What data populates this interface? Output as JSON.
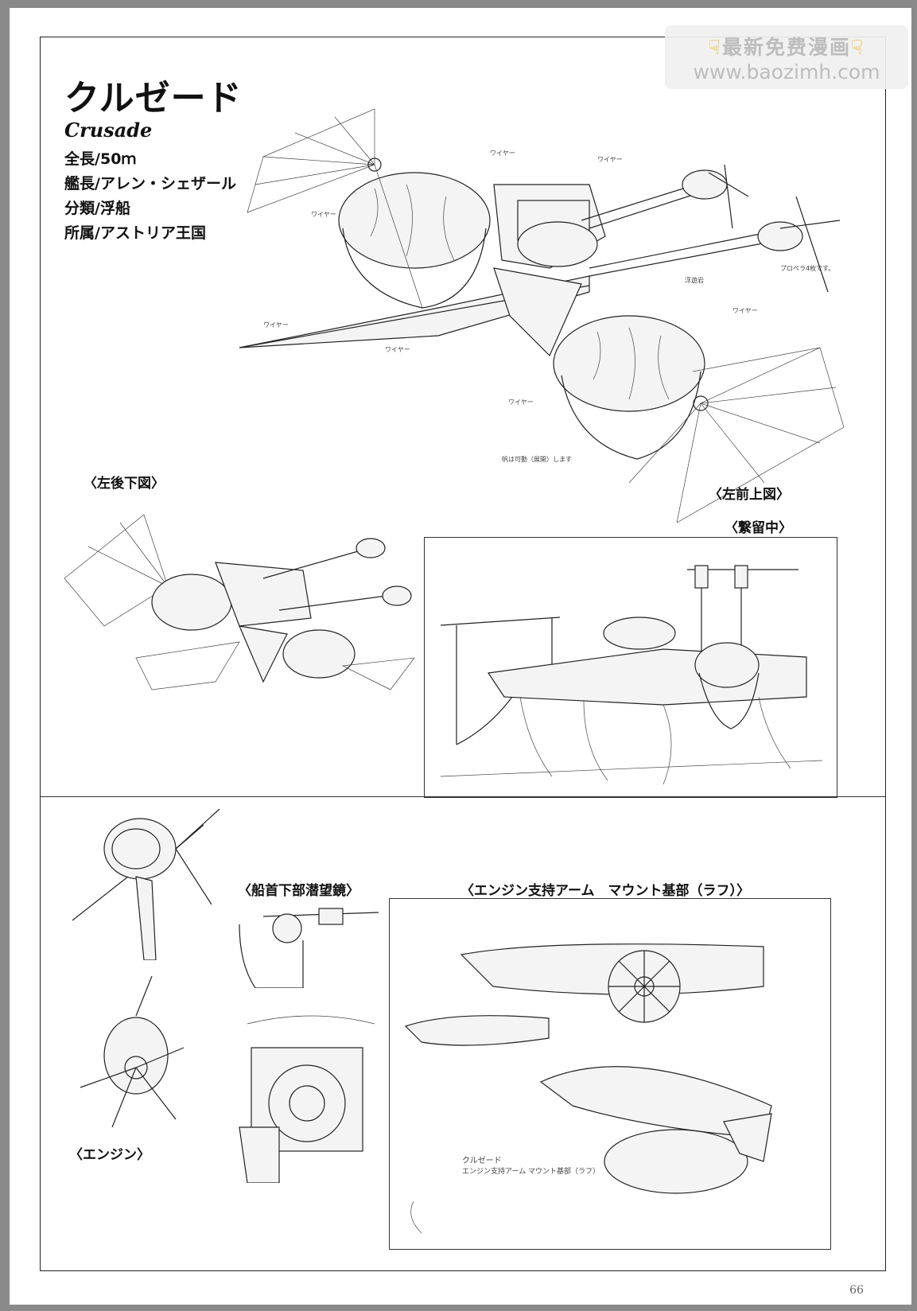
{
  "title": {
    "jp": "クルゼード",
    "en": "Crusade"
  },
  "specs": [
    {
      "label": "全長",
      "value": "50ｍ"
    },
    {
      "label": "艦長",
      "value": "アレン・シェザール"
    },
    {
      "label": "分類",
      "value": "浮船"
    },
    {
      "label": "所属",
      "value": "アストリア王国"
    }
  ],
  "captions": {
    "rear_left_below": "〈左後下図〉",
    "front_left_above": "〈左前上図〉",
    "moored": "〈繋留中〉",
    "bow_periscope": "〈船首下部潜望鏡〉",
    "engine_arm_mount": "〈エンジン支持アーム　マウント基部（ラフ）〉",
    "engine": "〈エンジン〉"
  },
  "annotations": {
    "wire": "ワイヤー",
    "float_rock": "浮遊岩",
    "propeller": "プロペラ4枚です。",
    "sail_note": "帆は可動（展開）します",
    "mount_note": "クルゼード",
    "mount_sub": "エンジン支持アーム マウント基部（ラフ）"
  },
  "watermark": {
    "line1": "最新免费漫画",
    "line2": "www.baozimh.com"
  },
  "page_number": "66"
}
